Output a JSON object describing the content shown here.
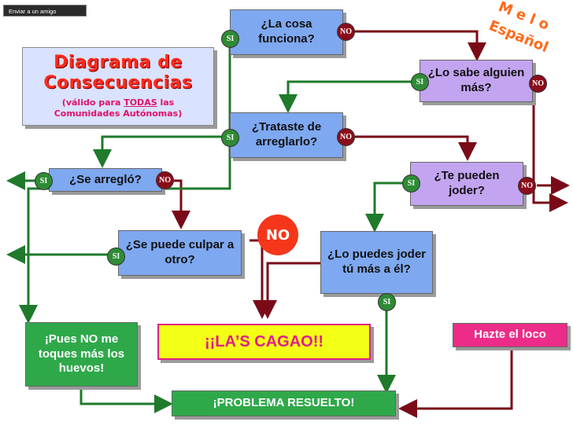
{
  "send_button": "Enviar a un amigo",
  "title": {
    "line1": "Diagrama de",
    "line2": "Consecuencias",
    "sub_pre": "(válido para ",
    "sub_em": "TODAS",
    "sub_post": " las",
    "sub_line2": "Comunidades Autónomas)"
  },
  "corner": {
    "top": "M  e l o",
    "bottom": "Español"
  },
  "nodes": {
    "funciona": "¿La cosa funciona?",
    "alguien": "¿Lo sabe alguien más?",
    "trataste": "¿Trataste de arreglarlo?",
    "arreglo": "¿Se arregló?",
    "joder": "¿Te pueden joder?",
    "culpar": "¿Se puede culpar a otro?",
    "joder_tu": "¿Lo puedes joder tú más a él?",
    "huevos": "¡Pues NO me toques más los huevos!",
    "cagao": "¡¡LA’S CAGAO!!",
    "loco": "Hazte el loco",
    "resuelto": "¡PROBLEMA RESUELTO!"
  },
  "badges": {
    "si": "SI",
    "no": "NO",
    "big_no": "NO"
  },
  "colors": {
    "yes_line": "#1f7a2b",
    "no_line": "#7a0a18"
  }
}
